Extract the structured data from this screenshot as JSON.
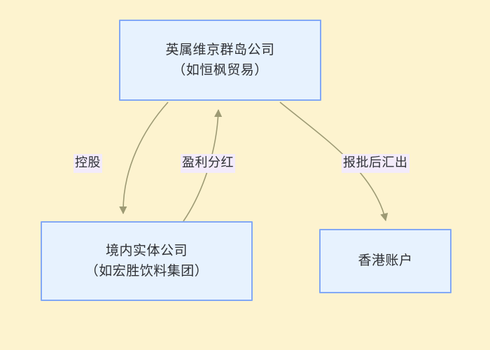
{
  "diagram": {
    "background_color": "#fdf3cf",
    "node_fill": "#e7f2fe",
    "node_border": "#82a8f5",
    "edge_color": "#9d9a74",
    "label_background": "#f3ebfb",
    "text_color": "#2f3135",
    "nodes": [
      {
        "id": "bvi-company",
        "line1": "英属维京群岛公司",
        "line2": "（如恒枫贸易）"
      },
      {
        "id": "domestic-entity",
        "line1": "境内实体公司",
        "line2": "（如宏胜饮料集团）"
      },
      {
        "id": "hongkong-account",
        "line1": "香港账户",
        "line2": ""
      }
    ],
    "edges": [
      {
        "id": "holding",
        "label": "控股",
        "from": "bvi-company",
        "to": "domestic-entity"
      },
      {
        "id": "profit-dividend",
        "label": "盈利分红",
        "from": "domestic-entity",
        "to": "bvi-company"
      },
      {
        "id": "remit-after-approval",
        "label": "报批后汇出",
        "from": "bvi-company",
        "to": "hongkong-account"
      }
    ]
  }
}
